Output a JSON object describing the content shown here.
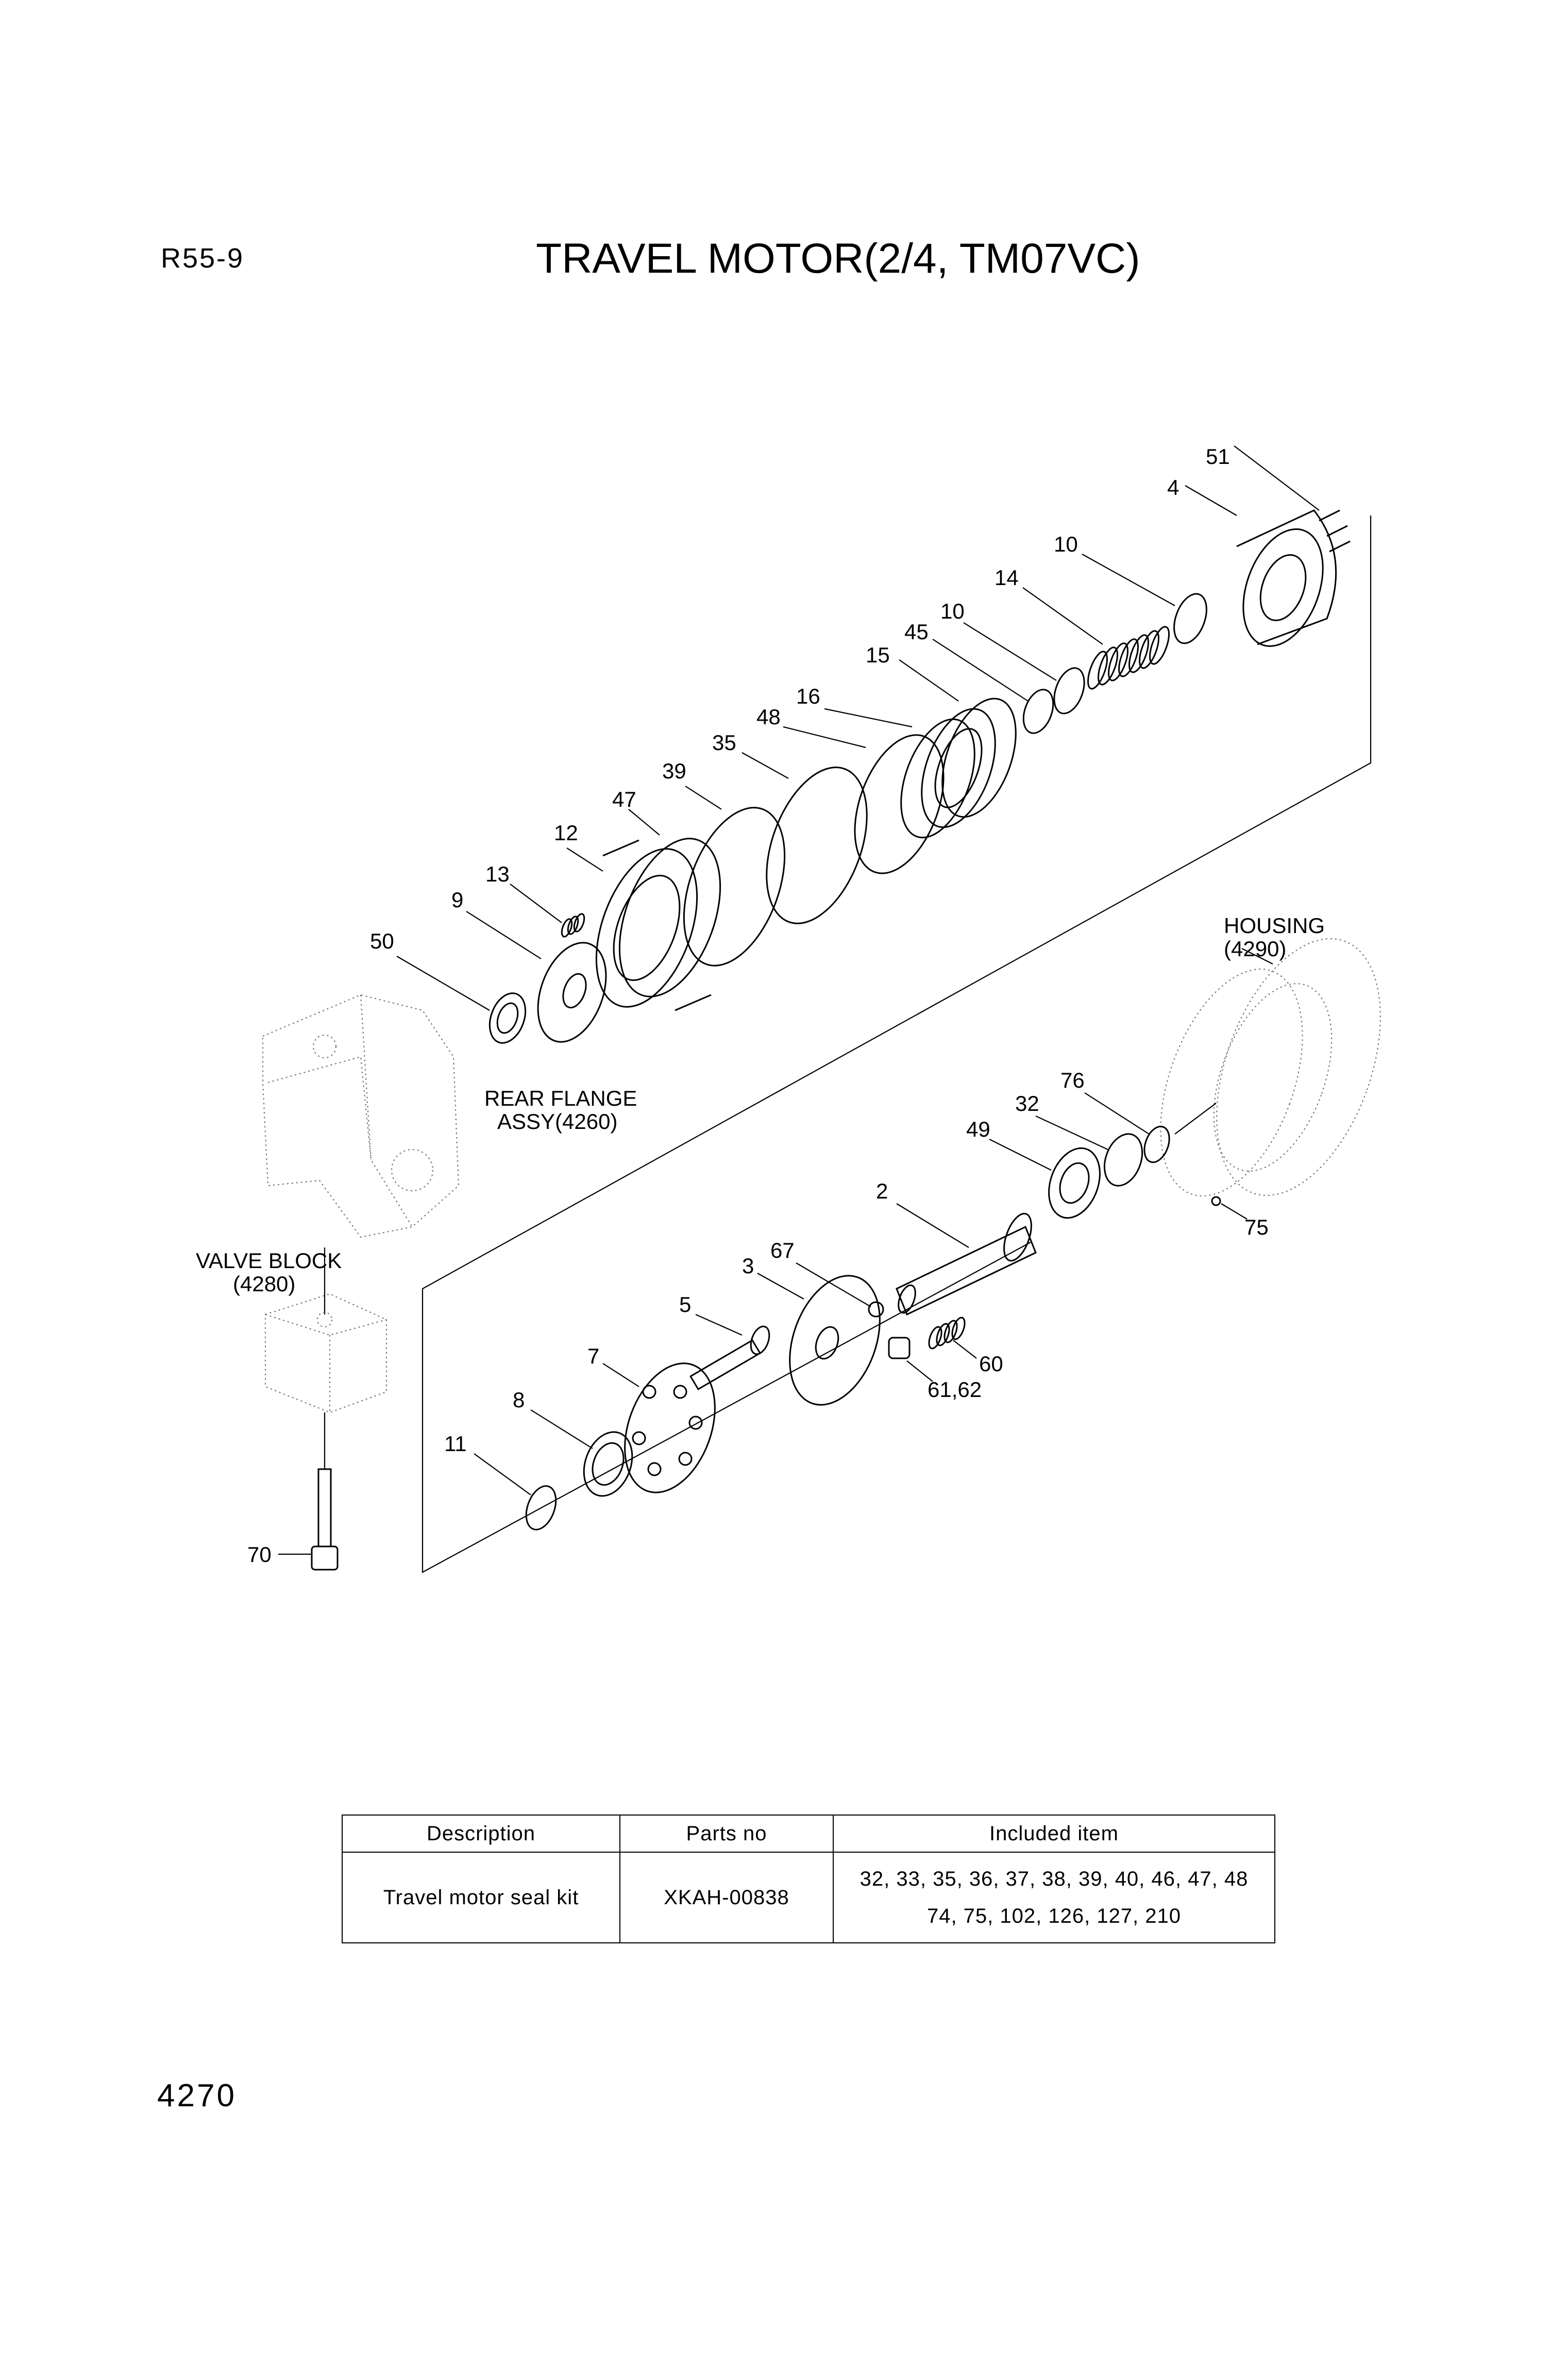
{
  "header": {
    "model": "R55-9",
    "title": "TRAVEL MOTOR(2/4, TM07VC)"
  },
  "footer": {
    "page_number": "4270"
  },
  "callouts": {
    "p51": "51",
    "p4": "4",
    "p10a": "10",
    "p14": "14",
    "p10b": "10",
    "p45": "45",
    "p15": "15",
    "p16": "16",
    "p48": "48",
    "p35": "35",
    "p39": "39",
    "p47": "47",
    "p12": "12",
    "p13": "13",
    "p9": "9",
    "p50": "50",
    "p76": "76",
    "p32": "32",
    "p49": "49",
    "p2": "2",
    "p67": "67",
    "p3": "3",
    "p5": "5",
    "p60": "60",
    "p6162": "61,62",
    "p7": "7",
    "p8": "8",
    "p11": "11",
    "p75": "75",
    "p70": "70"
  },
  "assemblies": {
    "housing_line1": "HOUSING",
    "housing_line2": "(4290)",
    "rear_flange_line1": "REAR FLANGE",
    "rear_flange_line2": "ASSY(4260)",
    "valve_block_line1": "VALVE BLOCK",
    "valve_block_line2": "(4280)"
  },
  "seal_kit_table": {
    "headers": {
      "description": "Description",
      "parts_no": "Parts no",
      "included": "Included item"
    },
    "row": {
      "description": "Travel motor seal kit",
      "parts_no": "XKAH-00838",
      "included_line1": "32, 33, 35, 36, 37, 38, 39, 40, 46, 47, 48",
      "included_line2": "74, 75, 102, 126, 127, 210"
    }
  }
}
